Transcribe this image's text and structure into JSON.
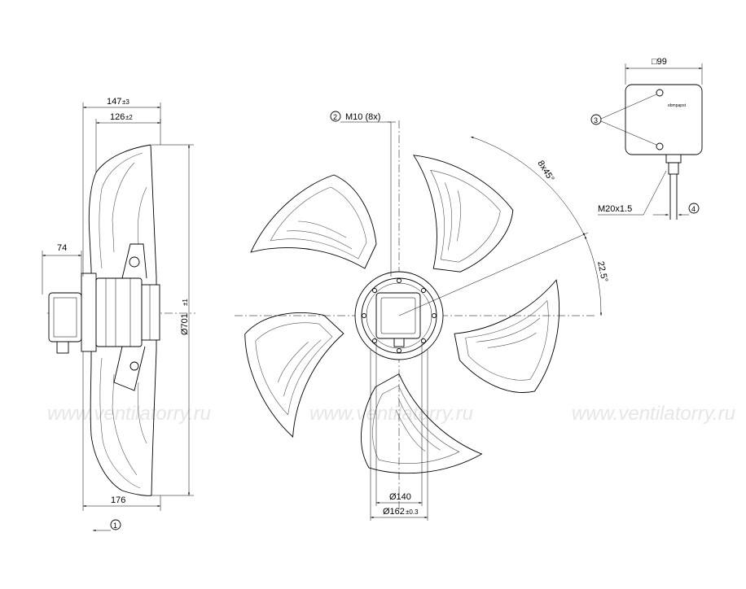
{
  "watermarks": [
    "www.ventilatorry.ru",
    "www.ventilatorry.ru",
    "www.ventilatorry.ru",
    "www.ventila"
  ],
  "side_view": {
    "dim_147": "147",
    "dim_147_tol": "±3",
    "dim_126": "126",
    "dim_126_tol": "±2",
    "dim_74": "74",
    "dim_176": "176",
    "dim_701": "Ø701",
    "dim_701_tol": "±1",
    "callout_1": "1"
  },
  "front_view": {
    "callout_2": "2",
    "bolt_label": "M10 (8x)",
    "angle_8x45": "8x45°",
    "angle_22_5": "22.5°",
    "dim_140": "Ø140",
    "dim_162": "Ø162",
    "dim_162_tol": "±0.3"
  },
  "terminal_box": {
    "dim_99": "□99",
    "callout_3": "3",
    "cable_gland": "M20x1.5",
    "callout_4": "4",
    "brand_mark": "ebmpapst"
  }
}
